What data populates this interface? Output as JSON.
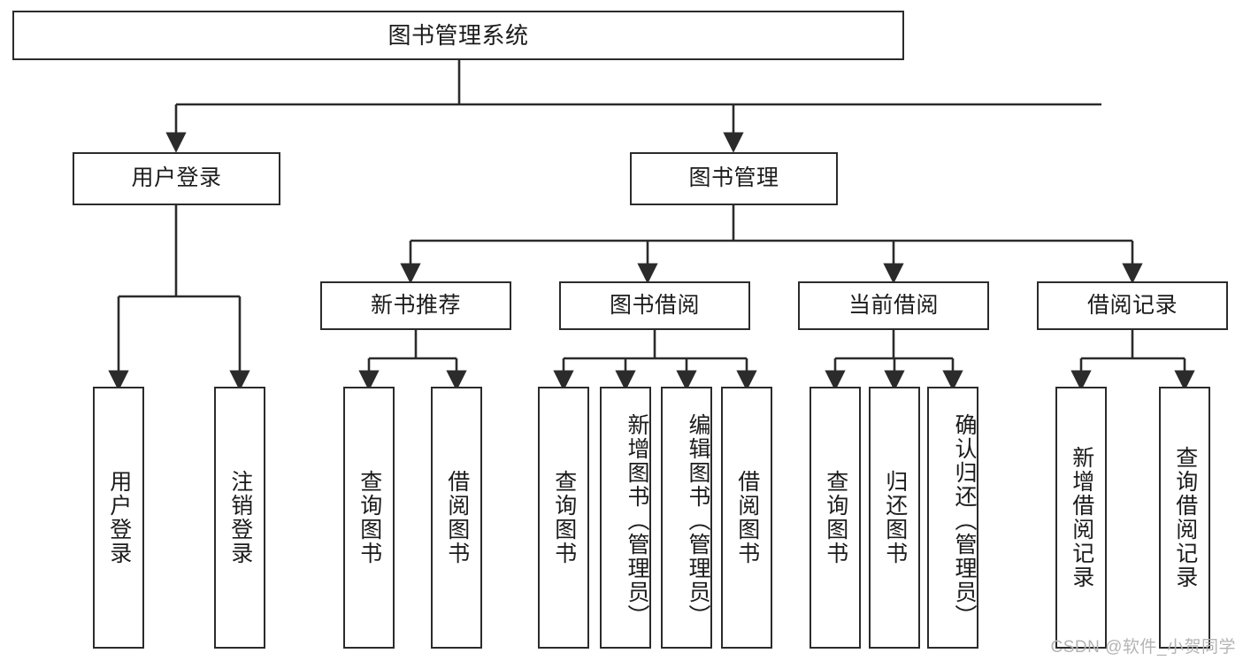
{
  "diagram": {
    "title": "图书管理系统",
    "root": {
      "label": "图书管理系统"
    },
    "level2": [
      {
        "label": "用户登录"
      },
      {
        "label": "图书管理"
      }
    ],
    "level3": [
      {
        "label": "新书推荐"
      },
      {
        "label": "图书借阅"
      },
      {
        "label": "当前借阅"
      },
      {
        "label": "借阅记录"
      }
    ],
    "leaves": {
      "user_login": [
        {
          "label": "用户登录"
        },
        {
          "label": "注销登录"
        }
      ],
      "new_book_recommend": [
        {
          "label": "查询图书"
        },
        {
          "label": "借阅图书"
        }
      ],
      "book_borrow": [
        {
          "label": "查询图书"
        },
        {
          "label": "新增图书（管理员）"
        },
        {
          "label": "编辑图书（管理员）"
        },
        {
          "label": "借阅图书"
        }
      ],
      "current_borrow": [
        {
          "label": "查询图书"
        },
        {
          "label": "归还图书"
        },
        {
          "label": "确认归还（管理员）"
        }
      ],
      "borrow_record": [
        {
          "label": "新增借阅记录"
        },
        {
          "label": "查询借阅记录"
        }
      ]
    },
    "watermark": "CSDN @软件_小贺同学",
    "colors": {
      "stroke": "#2b2b2b",
      "fill": "#ffffff",
      "text": "#1b1b1b",
      "watermark": "#b4b4b4"
    }
  }
}
